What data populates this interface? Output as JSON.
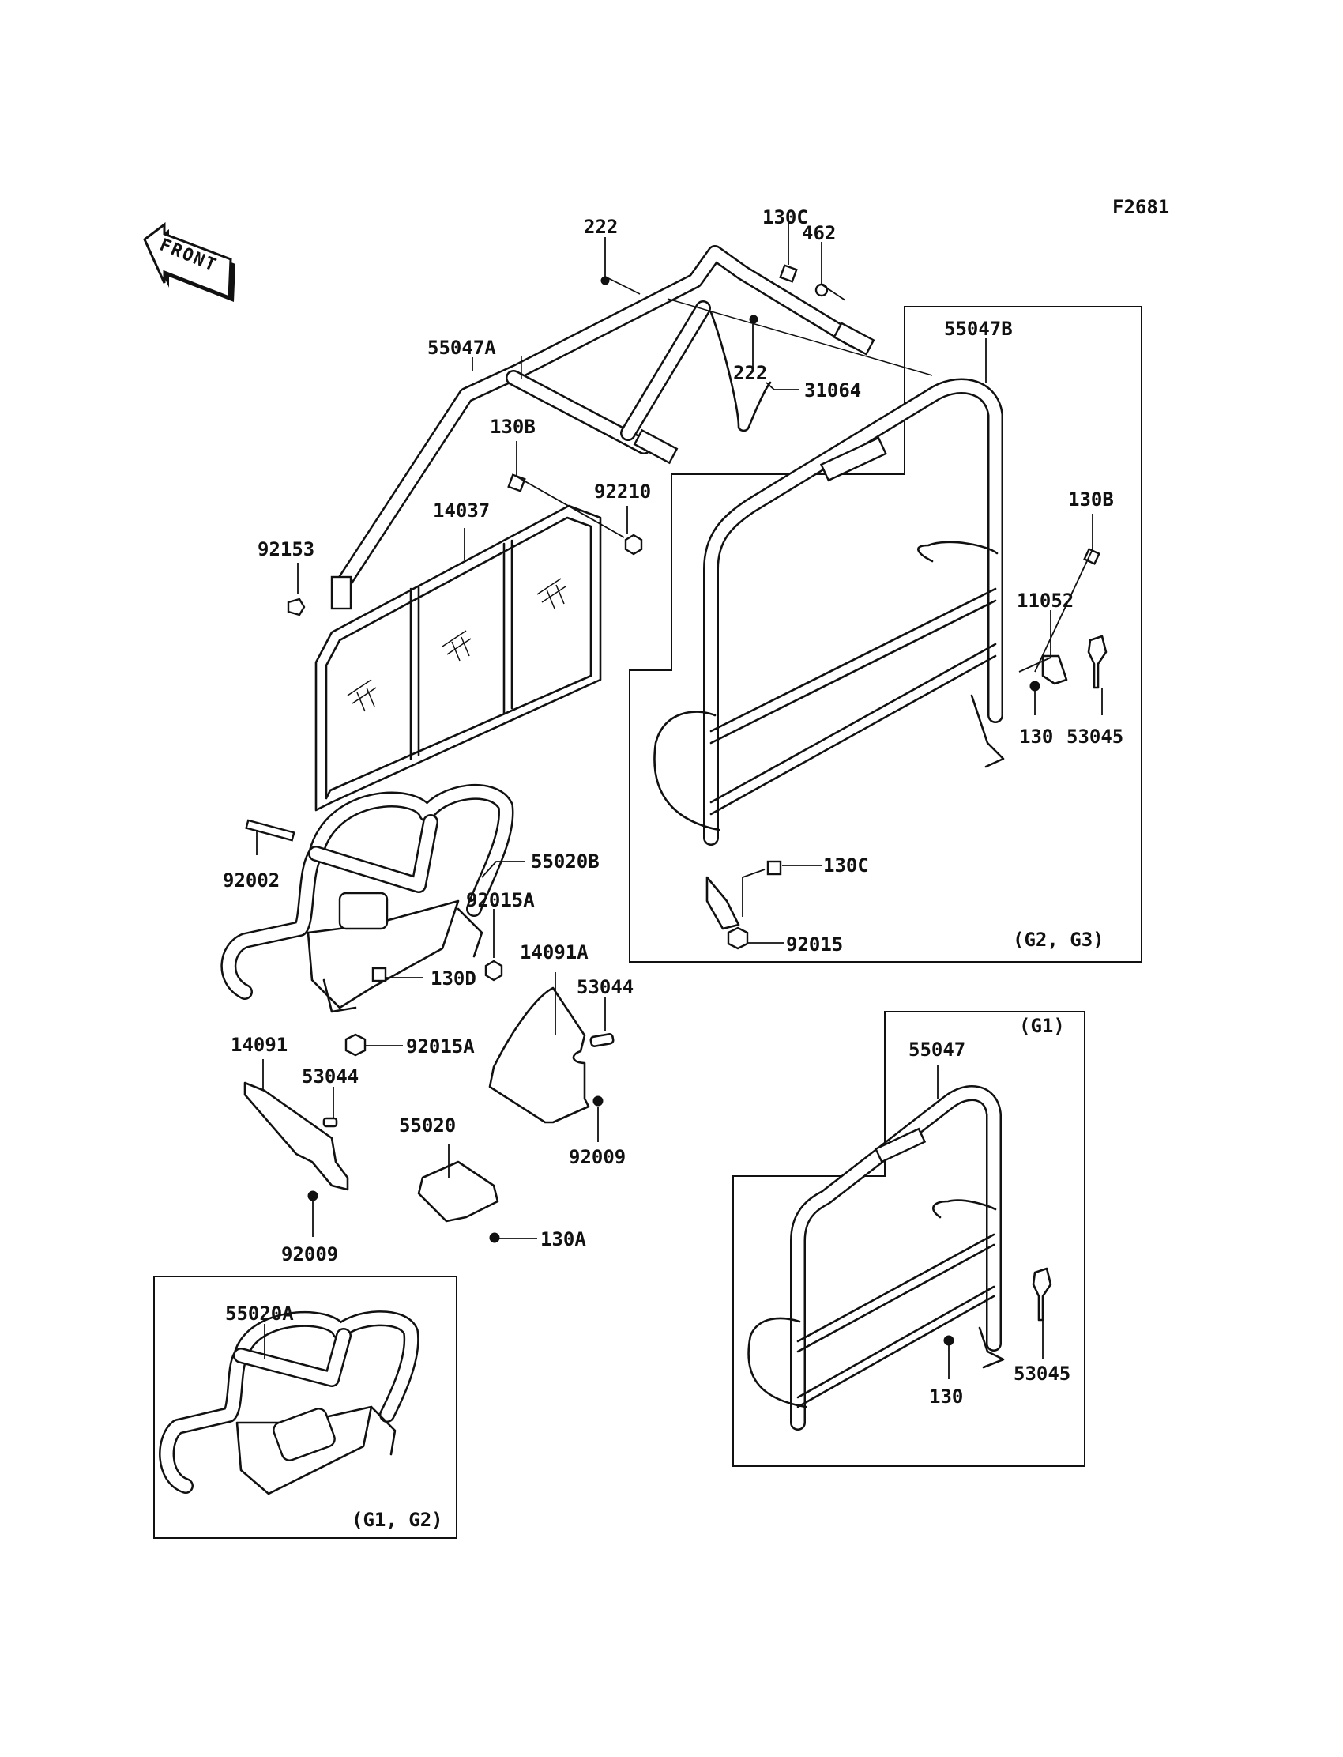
{
  "figure_code": "F2681",
  "front_arrow": {
    "label": "FRONT",
    "icon": "front-arrow-icon"
  },
  "group_boxes": {
    "g2_g3": "(G2, G3)",
    "g1": "(G1)",
    "g1_g2": "(G1, G2)"
  },
  "labels": {
    "l222_top": "222",
    "l130c_top": "130C",
    "l462": "462",
    "l55047a": "55047A",
    "l55047b": "55047B",
    "l222_mid": "222",
    "l31064": "31064",
    "l130b_left": "130B",
    "l92210": "92210",
    "l14037": "14037",
    "l92153": "92153",
    "l130b_right": "130B",
    "l11052": "11052",
    "l130_right": "130",
    "l53045_right": "53045",
    "l92002": "92002",
    "l55020b": "55020B",
    "l92015a_upper": "92015A",
    "l130c_lower": "130C",
    "l14091a": "14091A",
    "l92015": "92015",
    "l130d": "130D",
    "l53044_right": "53044",
    "l92015a_lower": "92015A",
    "l14091": "14091",
    "l53044_left": "53044",
    "l55020": "55020",
    "l92009_right": "92009",
    "l55047": "55047",
    "l130a": "130A",
    "l92009_left": "92009",
    "l55020a": "55020A",
    "l53045_lower": "53045",
    "l130_lower": "130"
  }
}
